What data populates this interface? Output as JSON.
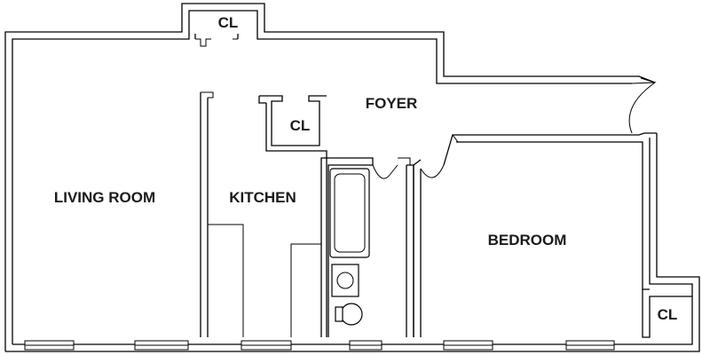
{
  "rooms": {
    "closet_top": "CL",
    "foyer": "FOYER",
    "closet_mid": "CL",
    "living_room": "LIVING ROOM",
    "kitchen": "KITCHEN",
    "bedroom": "BEDROOM",
    "closet_right": "CL"
  }
}
